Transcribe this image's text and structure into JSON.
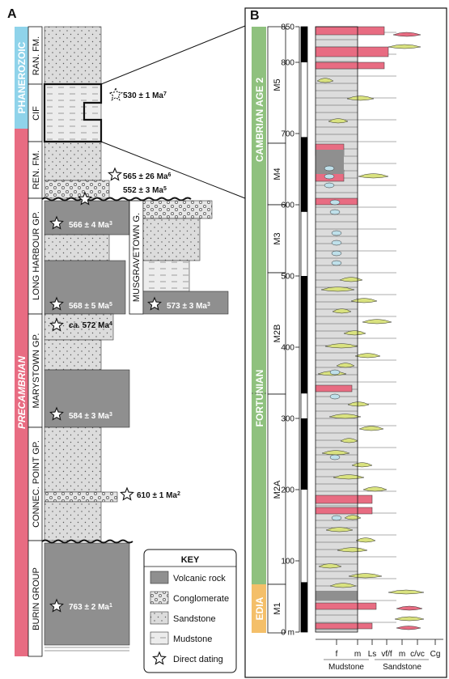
{
  "colors": {
    "phanerozoic": "#8fd3ea",
    "precambrian": "#e86c82",
    "cambrian": "#8fc17e",
    "ediacaran": "#f4bf69",
    "volcanic": "#8f8f8f",
    "sandstone": "#dcdcdc",
    "mudstone": "#ededed",
    "sand_lens": "#d9e27f",
    "red_bed": "#e86c82",
    "blue_nodule": "#bfe0ea"
  },
  "panel_a": {
    "label": "A",
    "eras": [
      "PHANEROZOIC",
      "PRECAMBRIAN"
    ],
    "units": [
      "RAN. FM.",
      "CIF",
      "REN. FM.",
      "LONG HARBOUR GP.",
      "MARYSTOWN GP.",
      "CONNEC. POINT GP.",
      "BURIN GROUP"
    ],
    "side_unit": "MUSGRAVETOWN G.",
    "dates": [
      {
        "prefix": "",
        "text": "530 ± 1 Ma",
        "ref": "7"
      },
      {
        "prefix": "",
        "text": "565 ± 26 Ma",
        "ref": "6"
      },
      {
        "prefix": "",
        "text": "552 ± 3 Ma",
        "ref": "5"
      },
      {
        "prefix": "",
        "text": "566 ± 4 Ma",
        "ref": "3"
      },
      {
        "prefix": "",
        "text": "568 ± 5 Ma",
        "ref": "5"
      },
      {
        "prefix": "",
        "text": "573 ± 3 Ma",
        "ref": "3"
      },
      {
        "prefix": "ca.",
        "text": " 572 Ma",
        "ref": "4"
      },
      {
        "prefix": "",
        "text": "584 ± 3 Ma",
        "ref": "3"
      },
      {
        "prefix": "",
        "text": "610 ± 1 Ma",
        "ref": "2"
      },
      {
        "prefix": "",
        "text": "763 ± 2 Ma",
        "ref": "1"
      }
    ],
    "key": {
      "title": "KEY",
      "items": [
        "Volcanic rock",
        "Conglomerate",
        "Sandstone",
        "Mudstone",
        "Direct dating"
      ]
    }
  },
  "panel_b": {
    "label": "B",
    "stages": [
      "CAMBRIAN AGE 2",
      "FORTUNIAN",
      "EDIA"
    ],
    "zones": [
      "M5",
      "M4",
      "M3",
      "M2B",
      "M2A",
      "M1"
    ],
    "ticks": [
      {
        "value": 0,
        "label": "0 m"
      },
      {
        "value": 100,
        "label": "100"
      },
      {
        "value": 200,
        "label": "200"
      },
      {
        "value": 300,
        "label": "300"
      },
      {
        "value": 400,
        "label": "400"
      },
      {
        "value": 500,
        "label": "500"
      },
      {
        "value": 600,
        "label": "600"
      },
      {
        "value": 700,
        "label": "700"
      },
      {
        "value": 800,
        "label": "800"
      },
      {
        "value": 850,
        "label": "850"
      }
    ],
    "grain_labels": [
      "f",
      "m",
      "Ls",
      "vf/f",
      "m",
      "c/vc",
      "Cg"
    ],
    "group_labels": [
      "Mudstone",
      "Sandstone"
    ]
  }
}
